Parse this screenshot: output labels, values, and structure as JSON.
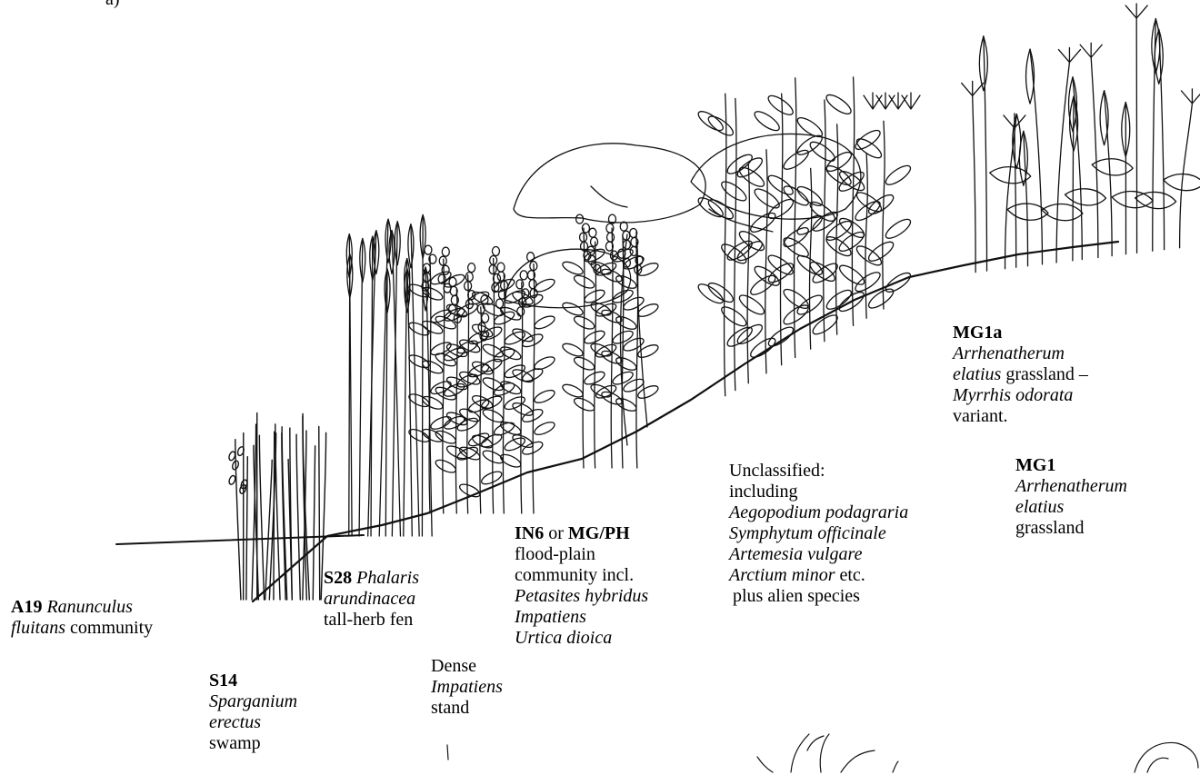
{
  "panel_letter": "a)",
  "labels": {
    "a19": {
      "code": "A19",
      "species": "Ranunculus",
      "species2": "fluitans",
      "rest": "community"
    },
    "s14": {
      "code": "S14",
      "species": "Sparganium",
      "species2": "erectus",
      "rest": "swamp"
    },
    "s28": {
      "code": "S28",
      "species": "Phalaris",
      "species2": "arundinacea",
      "rest": "tall-herb fen"
    },
    "dense": {
      "line1": "Dense",
      "species": "Impatiens",
      "line3": "stand"
    },
    "in6": {
      "code": "IN6",
      "or": "or",
      "code2": "MG/PH",
      "line2": "flood-plain",
      "line3": "community incl.",
      "species1": "Petasites hybridus",
      "species2": "Impatiens",
      "species3": "Urtica dioica"
    },
    "unclassified": {
      "line1": "Unclassified:",
      "line2": "including",
      "species1": "Aegopodium podagraria",
      "species2": "Symphytum officinale",
      "species3": "Artemesia vulgare",
      "species4": "Arctium minor",
      "etc": "etc.",
      "line7": "plus alien species"
    },
    "mg1a": {
      "code": "MG1a",
      "species1": "Arrhenatherum",
      "species2": "elatius",
      "rest2": "grassland –",
      "species3": "Myrrhis odorata",
      "rest4": "variant."
    },
    "mg1": {
      "code": "MG1",
      "species1": "Arrhenatherum",
      "species2": "elatius",
      "rest": "grassland"
    }
  }
}
